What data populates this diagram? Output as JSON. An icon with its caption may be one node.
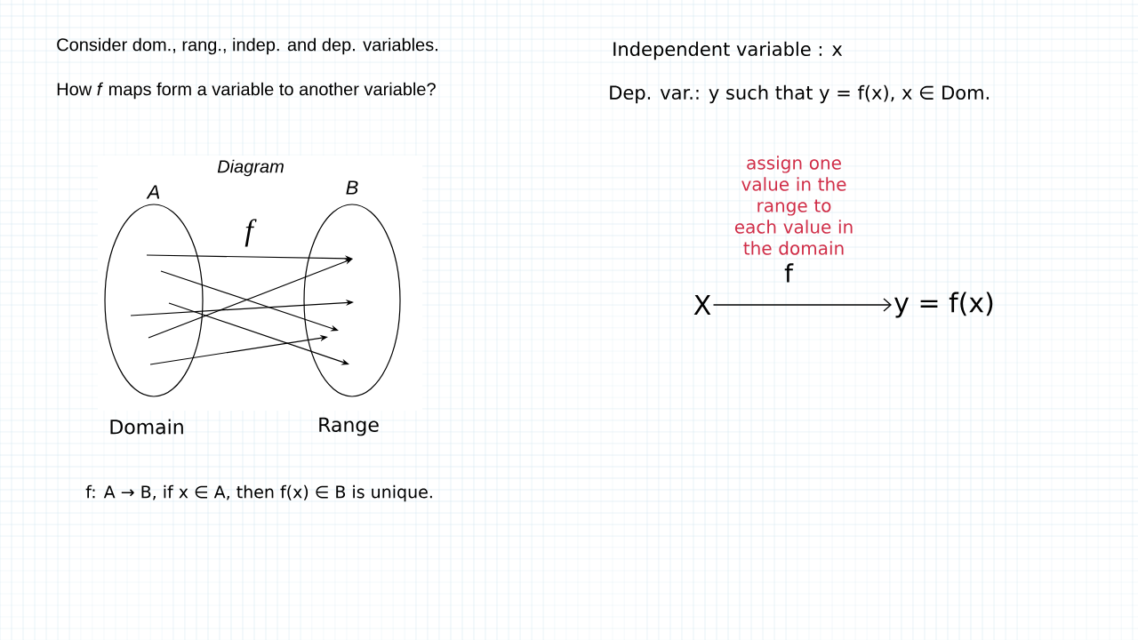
{
  "diagram": {
    "nodes": [
      {
        "text": [
          "A"
        ],
        "beside": [
          "Domain"
        ]
      },
      {
        "text": [
          "B"
        ],
        "beside": [
          "Range"
        ]
      },
      {
        "text": [
          "X"
        ]
      },
      {
        "text": [
          "y = f(x)"
        ]
      }
    ],
    "edges": [
      {
        "from": 0,
        "to": 1,
        "arrow": "to"
      },
      {
        "from": 0,
        "to": 1,
        "arrow": "to"
      },
      {
        "from": 0,
        "to": 1,
        "arrow": "to"
      },
      {
        "from": 0,
        "to": 1,
        "arrow": "to"
      },
      {
        "from": 0,
        "to": 1,
        "arrow": "to"
      },
      {
        "from": 0,
        "to": 1,
        "arrow": "to"
      },
      {
        "from": 2,
        "to": 3,
        "arrow": "to",
        "label": "f"
      }
    ],
    "labels": [
      "Consider dom., rang., indep. and dep. variables.",
      "How *f* maps form a variable to another variable?",
      "Diagram",
      "f",
      "Independent variable : x",
      "Dep. var.: y such that y = f(x), x ∈ Dom.",
      "assign one value in the range to each value in the domain",
      "f: A → B, if x ∈ A, then f(x) ∈ B is unique."
    ]
  }
}
